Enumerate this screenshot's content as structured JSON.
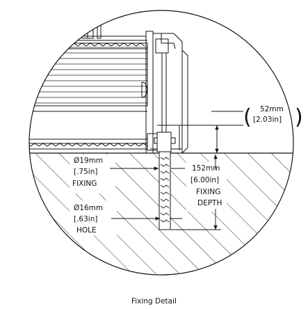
{
  "clearance": {
    "metric": "52mm",
    "imperial": "[2.03in]"
  },
  "fixing_diameter": {
    "metric": "Ø19mm",
    "imperial": "[.75in]",
    "label": "FIXING"
  },
  "hole_diameter": {
    "metric": "Ø16mm",
    "imperial": "[.63in]",
    "label": "HOLE"
  },
  "fixing_depth": {
    "metric": "152mm",
    "imperial": "[6.00in]",
    "label_line1": "FIXING",
    "label_line2": "DEPTH"
  },
  "caption": "Fixing Detail",
  "colors": {
    "line": "#111111",
    "background": "#ffffff"
  }
}
